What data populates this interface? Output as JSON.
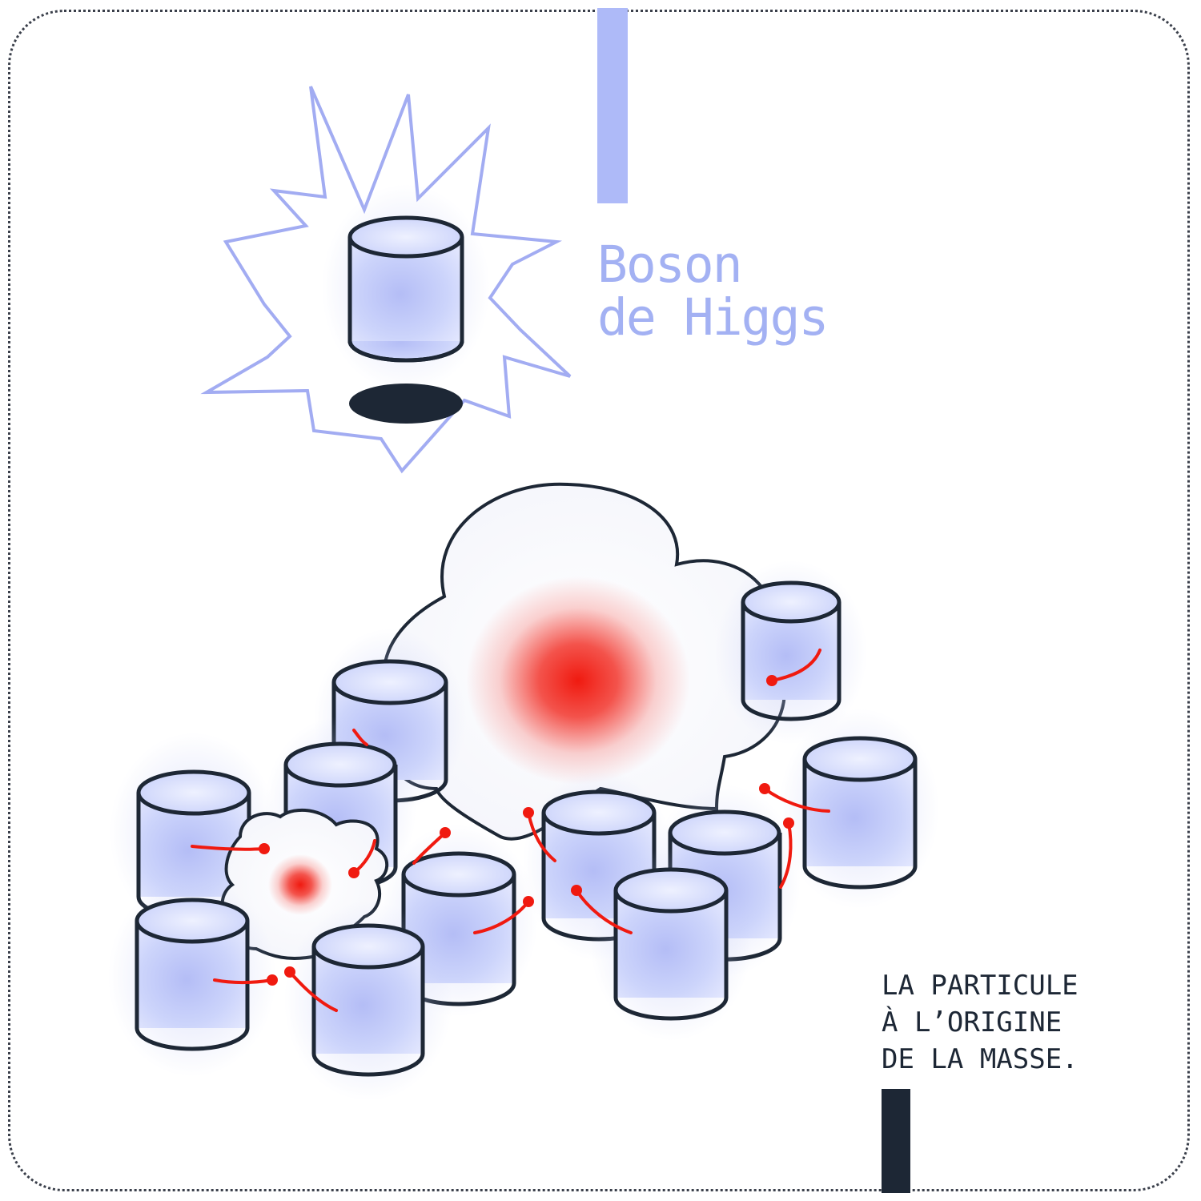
{
  "title": {
    "line1": "Boson",
    "line2": "de Higgs"
  },
  "caption": {
    "line1": "LA PARTICULE",
    "line2": "À L’ORIGINE",
    "line3": "DE LA MASSE."
  },
  "colors": {
    "accent_blue": "#aebaf8",
    "title_blue": "#a3b1f3",
    "dark": "#1d2735",
    "red": "#f01a10",
    "cylinder_fill": "#ccd4fb",
    "cylinder_shade": "#a9b3f2"
  },
  "icons": [
    "cylinder-icon",
    "starburst-icon",
    "cloud-icon"
  ]
}
